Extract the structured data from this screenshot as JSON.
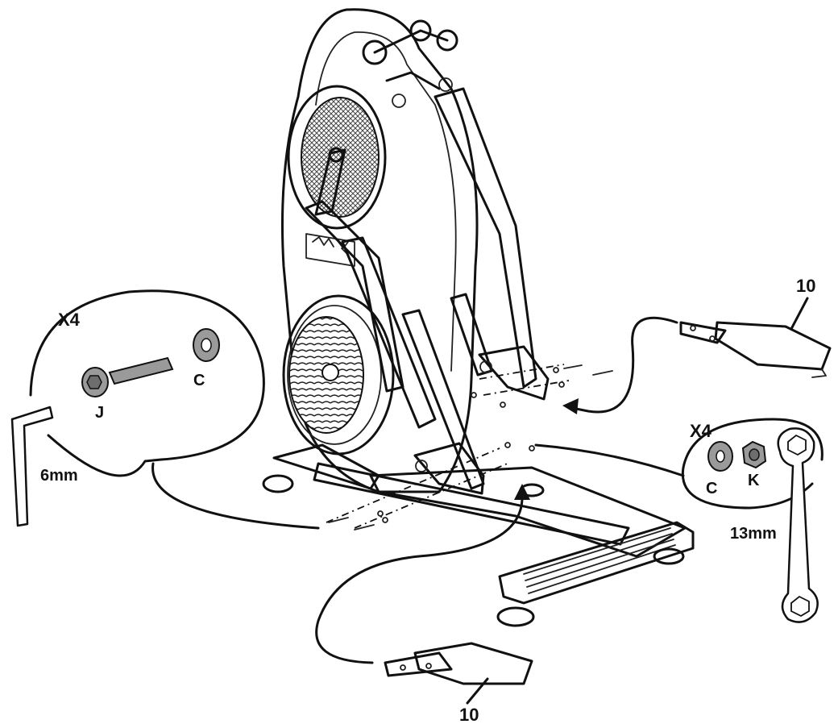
{
  "callouts": {
    "part_10_top": "10",
    "part_10_bottom": "10",
    "qty_left": "X4",
    "qty_right": "X4",
    "bolt_j": "J",
    "washer_c_left": "C",
    "washer_c_right": "C",
    "nut_k": "K",
    "hex_key_size": "6mm",
    "wrench_size": "13mm"
  },
  "colors": {
    "line": "#111111",
    "hardware": "#9a9a9a",
    "hardware_dark": "#6e6e6e"
  },
  "icons": {
    "hex_key": "allen-key-icon",
    "wrench": "combination-wrench-icon",
    "bolt": "socket-head-bolt-icon",
    "washer": "flat-washer-icon",
    "nut": "hex-nut-icon"
  }
}
